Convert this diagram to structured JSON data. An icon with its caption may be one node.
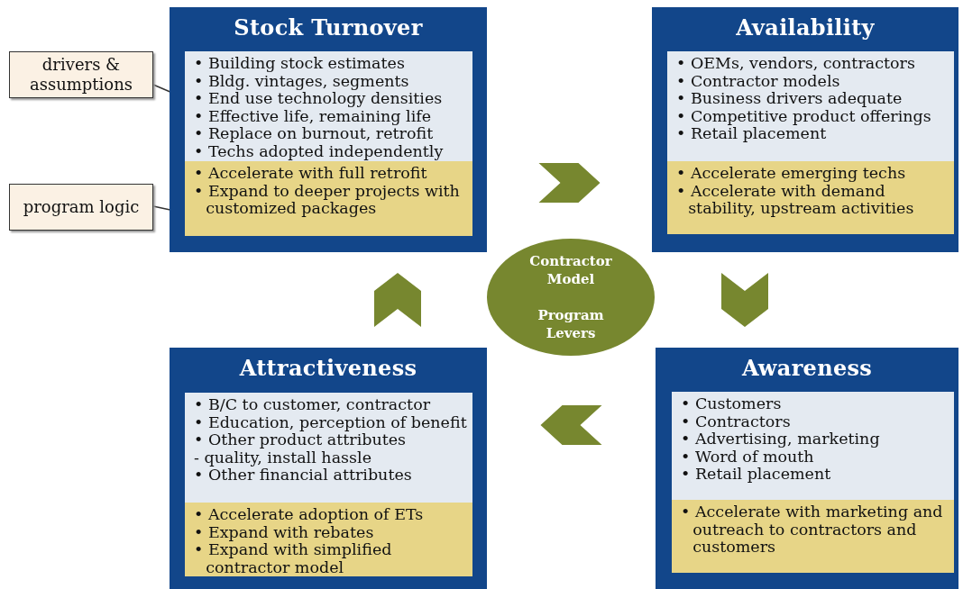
{
  "diagram": {
    "nodes": [
      {
        "text": [
          "drivers & assumptions"
        ]
      },
      {
        "text": [
          "program logic"
        ]
      },
      {
        "text": [
          "Stock Turnover"
        ]
      },
      {
        "text": [
          "• Building stock estimates",
          "• Bldg. vintages, segments",
          "• End use technology densities",
          "• Effective life, remaining life",
          "• Replace on burnout, retrofit",
          "• Techs adopted independently"
        ],
        "in": 2
      },
      {
        "text": [
          "• Accelerate with full retrofit",
          "• Expand to deeper projects with customized packages"
        ],
        "in": 2
      },
      {
        "text": [
          "Availability"
        ]
      },
      {
        "text": [
          "• OEMs, vendors, contractors",
          "• Contractor models",
          "• Business drivers adequate",
          "• Competitive product offerings",
          "• Retail placement"
        ],
        "in": 5
      },
      {
        "text": [
          "• Accelerate emerging techs",
          "• Accelerate with demand stability, upstream activities"
        ],
        "in": 5
      },
      {
        "text": [
          "Contractor Model",
          "Program Levers"
        ]
      },
      {
        "text": [
          "Attractiveness"
        ]
      },
      {
        "text": [
          "• B/C to customer, contractor",
          "• Education, perception of benefit",
          "• Other product attributes",
          "- quality, install hassle",
          "• Other financial attributes"
        ],
        "in": 9
      },
      {
        "text": [
          "• Accelerate adoption of ETs",
          "• Expand with rebates",
          "• Expand with simplified contractor model"
        ],
        "in": 9
      },
      {
        "text": [
          "Awareness"
        ]
      },
      {
        "text": [
          "• Customers",
          "• Contractors",
          "• Advertising, marketing",
          "• Word of mouth",
          "• Retail placement"
        ],
        "in": 12
      },
      {
        "text": [
          "• Accelerate with marketing and outreach to contractors and customers"
        ],
        "in": 12
      }
    ],
    "edges": [
      {
        "from": 0,
        "to": 3,
        "arrow": "none"
      },
      {
        "from": 1,
        "to": 4,
        "arrow": "none"
      },
      {
        "from": 2,
        "to": 5,
        "arrow": "to"
      },
      {
        "from": 5,
        "to": 12,
        "arrow": "to"
      },
      {
        "from": 12,
        "to": 9,
        "arrow": "to"
      },
      {
        "from": 9,
        "to": 2,
        "arrow": "to"
      }
    ]
  }
}
